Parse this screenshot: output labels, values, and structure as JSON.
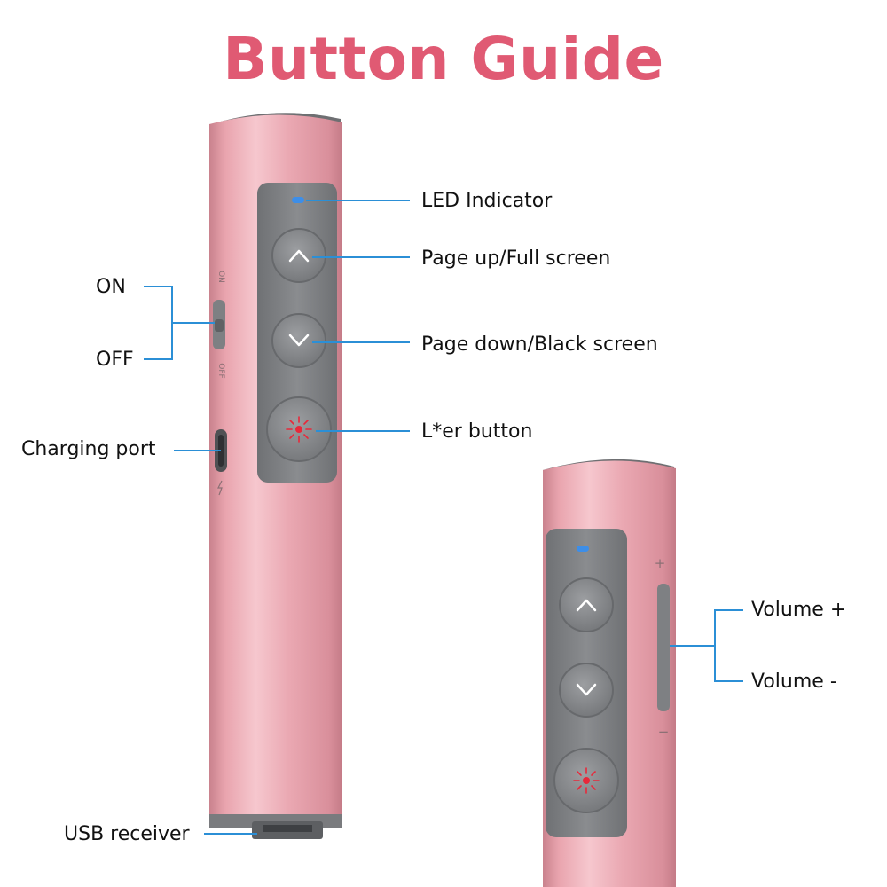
{
  "title": "Button Guide",
  "colors": {
    "title": "#e05a73",
    "body_pink": "#e9a4ae",
    "panel_gray": "#7e8083",
    "button_gray": "#8e9093",
    "callout_line": "#2b8fd6",
    "led_blue": "#3d8ee8",
    "laser_red": "#e8283a"
  },
  "callouts": {
    "led": "LED Indicator",
    "page_up": "Page up/Full screen",
    "page_down": "Page down/Black screen",
    "laser": "L*er button",
    "on": "ON",
    "off": "OFF",
    "charging": "Charging port",
    "usb": "USB receiver",
    "volume_up": "Volume +",
    "volume_down": "Volume -"
  },
  "device_marks": {
    "on": "ON",
    "off": "OFF",
    "plus": "+",
    "minus": "−"
  },
  "icons": [
    "up-arrow-icon",
    "down-arrow-icon",
    "laser-burst-icon",
    "lightning-icon"
  ]
}
